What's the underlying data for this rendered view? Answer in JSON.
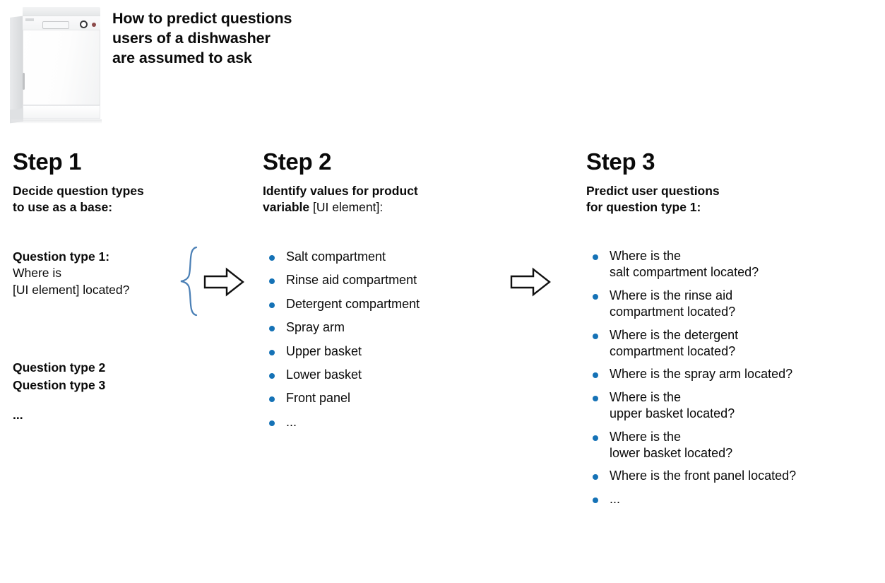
{
  "header": {
    "title": "How to predict questions\nusers of a dishwasher\nare assumed to ask",
    "product_image_label": "dishwasher"
  },
  "colors": {
    "bullet_blue": "#1572b6",
    "brace_blue": "#4a7fb5",
    "arrow_outline": "#111111",
    "text": "#0a0a0a",
    "background": "#ffffff"
  },
  "steps": [
    {
      "title": "Step 1",
      "subtitle": "Decide question types\nto use as a base:",
      "question_type_1": {
        "heading": "Question type 1:",
        "body": "Where is\n[UI element] located?"
      },
      "question_types_more": "Question type 2\nQuestion type 3",
      "ellipsis": "..."
    },
    {
      "title": "Step 2",
      "subtitle_bold": "Identify values for product\nvariable",
      "subtitle_regular": " [UI element]:",
      "items": [
        "Salt compartment",
        "Rinse aid compartment",
        "Detergent compartment",
        "Spray arm",
        "Upper basket",
        "Lower basket",
        "Front panel",
        "..."
      ]
    },
    {
      "title": "Step 3",
      "subtitle": "Predict user questions\nfor question type 1:",
      "items": [
        "Where is the\nsalt compartment located?",
        "Where is the rinse aid\ncompartment located?",
        "Where is the detergent\ncompartment located?",
        "Where is the spray arm located?",
        "Where is the\nupper basket located?",
        "Where is the\nlower basket located?",
        "Where is the front panel located?",
        "..."
      ]
    }
  ],
  "connectors": {
    "brace_label": "curly-brace-grouping-question-type-1",
    "arrow_1_label": "arrow-step1-to-step2",
    "arrow_2_label": "arrow-step2-to-step3"
  }
}
